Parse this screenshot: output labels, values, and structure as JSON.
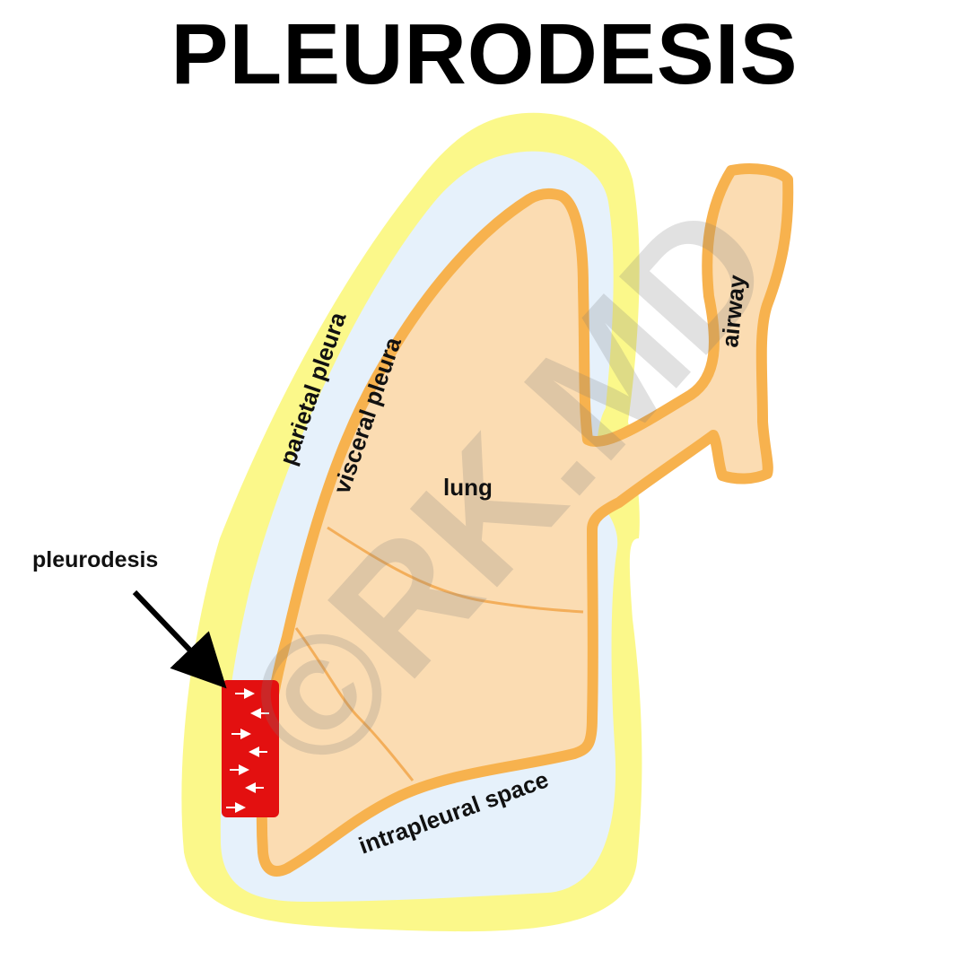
{
  "title": "PLEURODESIS",
  "labels": {
    "parietal_pleura": "parietal pleura",
    "visceral_pleura": "visceral pleura",
    "lung": "lung",
    "airway": "airway",
    "intrapleural_space": "intrapleural space",
    "pleurodesis": "pleurodesis"
  },
  "watermark": "©RK.MD",
  "colors": {
    "parietal_pleura": "#fbf88a",
    "intrapleural_space": "#e6f1fb",
    "lung_fill": "#fbdcb2",
    "lung_outline": "#f7b24e",
    "pleurodesis_patch": "#e31010",
    "arrow": "#000000",
    "patch_arrows": "#ffffff"
  }
}
